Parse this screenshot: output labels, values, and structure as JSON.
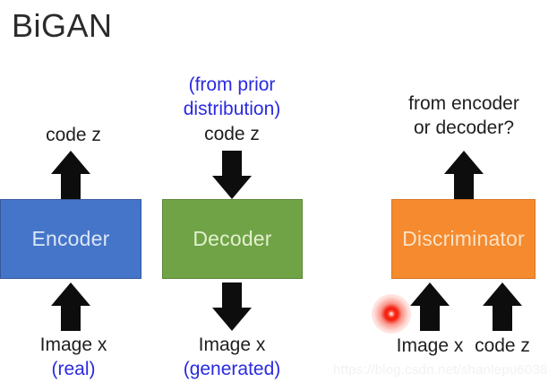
{
  "title": "BiGAN",
  "modules": {
    "encoder": {
      "label": "Encoder",
      "color": "#4575c8"
    },
    "decoder": {
      "label": "Decoder",
      "color": "#70a346"
    },
    "discriminator": {
      "label": "Discriminator",
      "color": "#f58a2e"
    }
  },
  "labels": {
    "encoder_output": "code z",
    "encoder_input_main": "Image x",
    "encoder_input_note": "(real)",
    "decoder_input_note_line1": "(from prior",
    "decoder_input_note_line2": "distribution)",
    "decoder_input_main": "code z",
    "decoder_output_main": "Image x",
    "decoder_output_note": "(generated)",
    "discriminator_output_line1": "from encoder",
    "discriminator_output_line2": "or decoder?",
    "discriminator_input_image": "Image x",
    "discriminator_input_code": "code z"
  },
  "colors": {
    "note_text": "#2a2ae0",
    "main_text": "#1f1f1f",
    "arrow": "#0d0d0d",
    "laser": "#f01f10"
  },
  "watermark": "https://blog.csdn.net/shanlepu6038"
}
